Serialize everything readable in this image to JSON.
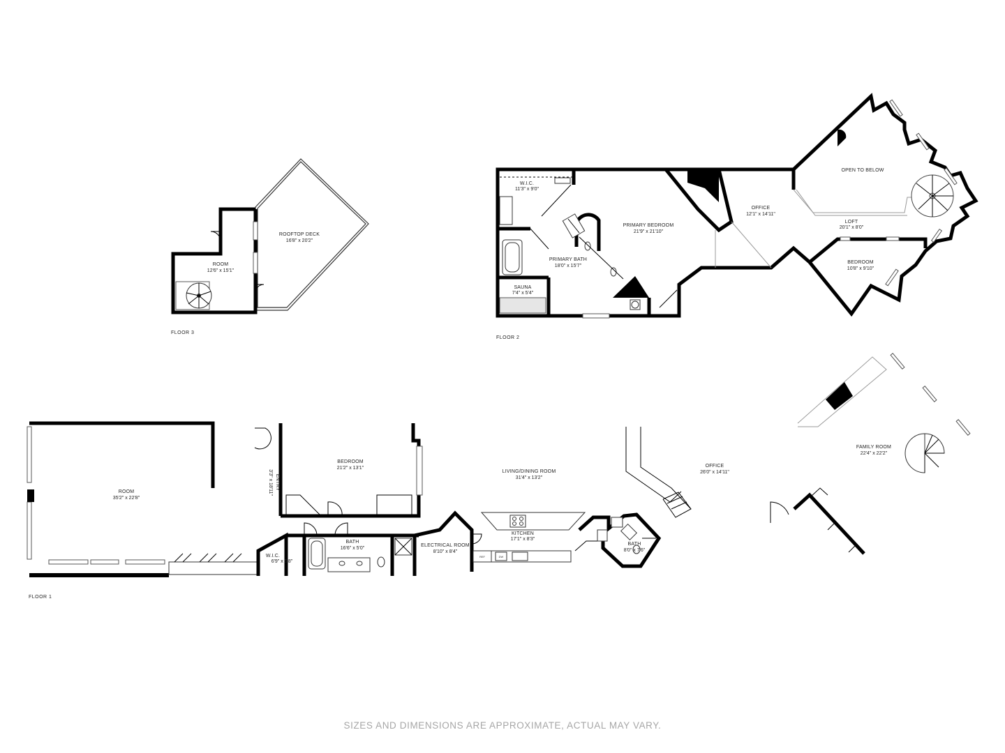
{
  "floors": [
    {
      "label": "FLOOR 3",
      "rooms": [
        {
          "id": "f3-room",
          "name": "ROOM",
          "dims": "12'6\" x 15'1\""
        },
        {
          "id": "f3-deck",
          "name": "ROOFTOP DECK",
          "dims": "16'8\" x 20'2\""
        }
      ]
    },
    {
      "label": "FLOOR 2",
      "rooms": [
        {
          "id": "f2-wic",
          "name": "W.I.C.",
          "dims": "11'3\" x 9'0\""
        },
        {
          "id": "f2-primary-bedroom",
          "name": "PRIMARY BEDROOM",
          "dims": "21'9\" x 21'10\""
        },
        {
          "id": "f2-primary-bath",
          "name": "PRIMARY BATH",
          "dims": "18'0\" x 15'7\""
        },
        {
          "id": "f2-sauna",
          "name": "SAUNA",
          "dims": "7'4\" x 5'4\""
        },
        {
          "id": "f2-office",
          "name": "OFFICE",
          "dims": "12'1\" x 14'11\""
        },
        {
          "id": "f2-open",
          "name": "OPEN TO BELOW",
          "dims": ""
        },
        {
          "id": "f2-loft",
          "name": "LOFT",
          "dims": "20'1\" x 8'0\""
        },
        {
          "id": "f2-bedroom",
          "name": "BEDROOM",
          "dims": "10'8\" x 9'10\""
        }
      ]
    },
    {
      "label": "FLOOR 1",
      "rooms": [
        {
          "id": "f1-room",
          "name": "ROOM",
          "dims": "35'2\" x 22'8\""
        },
        {
          "id": "f1-entry",
          "name": "ENTRY",
          "dims": "3'3\" x 18'11\""
        },
        {
          "id": "f1-bedroom",
          "name": "BEDROOM",
          "dims": "21'2\" x 13'1\""
        },
        {
          "id": "f1-living",
          "name": "LIVING/DINING ROOM",
          "dims": "31'4\" x 13'2\""
        },
        {
          "id": "f1-office",
          "name": "OFFICE",
          "dims": "26'0\" x 14'11\""
        },
        {
          "id": "f1-family",
          "name": "FAMILY ROOM",
          "dims": "22'4\" x 22'2\""
        },
        {
          "id": "f1-wic",
          "name": "W.I.C.",
          "dims": "6'9\" x 5'8\""
        },
        {
          "id": "f1-bath",
          "name": "BATH",
          "dims": "16'6\" x 5'0\""
        },
        {
          "id": "f1-electrical",
          "name": "ELECTRICAL ROOM",
          "dims": "8'10\" x 8'4\""
        },
        {
          "id": "f1-kitchen",
          "name": "KITCHEN",
          "dims": "17'1\" x 8'3\""
        },
        {
          "id": "f1-bath2",
          "name": "BATH",
          "dims": "8'0\" x 7'6\""
        }
      ],
      "appliances": {
        "ref": "REF",
        "dw": "DW"
      }
    }
  ],
  "disclaimer": "SIZES AND DIMENSIONS ARE APPROXIMATE, ACTUAL MAY VARY."
}
